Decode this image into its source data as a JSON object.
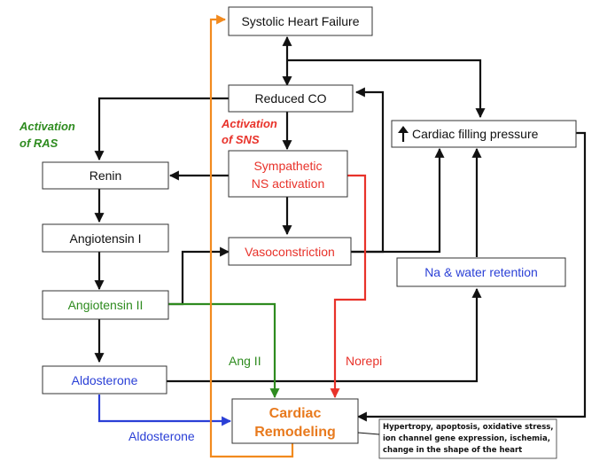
{
  "colors": {
    "black": "#111111",
    "red": "#e8322a",
    "green": "#2e8b1f",
    "blue": "#2a3fd6",
    "orange": "#f28a1e"
  },
  "nodes": {
    "systolic_heart_failure": "Systolic Heart Failure",
    "reduced_co": "Reduced CO",
    "cardiac_filling_pressure": "Cardiac filling pressure",
    "renin": "Renin",
    "sympathetic_line1": "Sympathetic",
    "sympathetic_line2": "NS activation",
    "angiotensin_1": "Angiotensin I",
    "vasoconstriction": "Vasoconstriction",
    "na_water_retention": "Na & water retention",
    "angiotensin_2": "Angiotensin II",
    "aldosterone": "Aldosterone",
    "cardiac_remodeling_line1": "Cardiac",
    "cardiac_remodeling_line2": "Remodeling"
  },
  "sections": {
    "ras_line1": "Activation",
    "ras_line2": "of  RAS",
    "sns_line1": "Activation",
    "sns_line2": "of  SNS"
  },
  "edge_labels": {
    "ang2": "Ang II",
    "norepi": "Norepi",
    "aldosterone": "Aldosterone"
  },
  "remodeling_note": [
    "Hypertropy, apoptosis, oxidative stress,",
    "ion channel gene expression, ischemia,",
    "change in the shape of the heart"
  ],
  "icons": {
    "up_arrow": "up-arrow-icon"
  }
}
